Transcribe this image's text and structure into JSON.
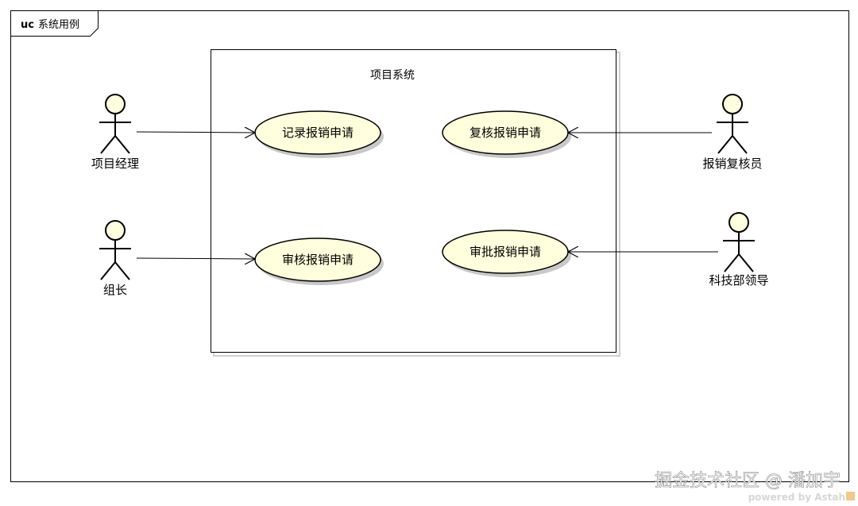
{
  "frame": {
    "keyword": "uc",
    "name": "系统用例"
  },
  "system": {
    "title": "项目系统"
  },
  "use_cases": [
    {
      "label": "记录报销申请"
    },
    {
      "label": "复核报销申请"
    },
    {
      "label": "审核报销申请"
    },
    {
      "label": "审批报销申请"
    }
  ],
  "actors": [
    {
      "label": "项目经理"
    },
    {
      "label": "组长"
    },
    {
      "label": "报销复核员"
    },
    {
      "label": "科技部领导"
    }
  ],
  "watermark": {
    "main": "掘金技术社区 @ 潘加宇",
    "sub": "powered by Astah"
  },
  "colors": {
    "usecase_fill": "#ffffdd",
    "actor_head_fill": "#ffffe0",
    "line": "#000000",
    "shadow": "#c8c8c8"
  }
}
